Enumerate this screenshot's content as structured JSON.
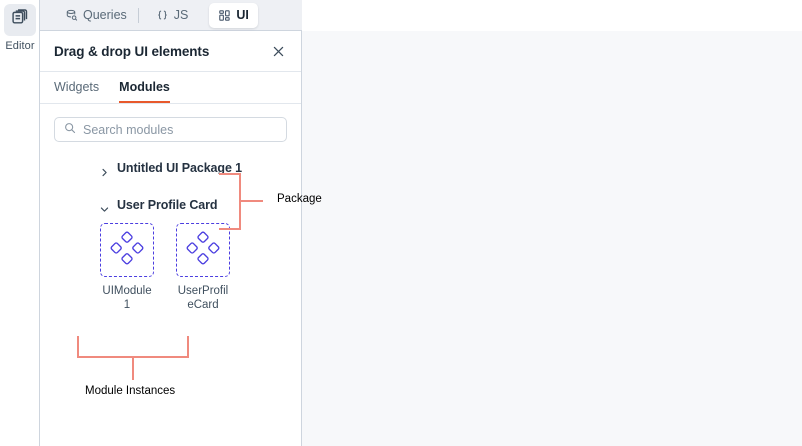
{
  "rail": {
    "icon": "editor-stacked-pages-icon",
    "label": "Editor"
  },
  "topbar": {
    "items": [
      {
        "id": "queries",
        "label": "Queries",
        "icon": "database-query-icon",
        "active": false
      },
      {
        "id": "js",
        "label": "JS",
        "icon": "curly-braces-icon",
        "active": false
      },
      {
        "id": "ui",
        "label": "UI",
        "icon": "ui-grid-icon",
        "active": true
      }
    ]
  },
  "panel": {
    "title": "Drag & drop UI elements",
    "close_icon": "close-icon",
    "tabs": [
      {
        "id": "widgets",
        "label": "Widgets",
        "active": false
      },
      {
        "id": "modules",
        "label": "Modules",
        "active": true
      }
    ],
    "search": {
      "placeholder": "Search modules",
      "value": "",
      "icon": "search-icon"
    },
    "tree": [
      {
        "id": "untitled-ui-package-1",
        "label": "Untitled UI Package 1",
        "state": "collapsed",
        "chevron": "chevron-right-icon"
      },
      {
        "id": "user-profile-card",
        "label": "User Profile Card",
        "state": "expanded",
        "chevron": "chevron-down-icon"
      }
    ],
    "modules": [
      {
        "id": "uimodule1",
        "label": "UIModule 1",
        "icon": "module-diamond-cluster-icon"
      },
      {
        "id": "userprofilecard",
        "label": "UserProfileCard",
        "icon": "module-diamond-cluster-icon"
      }
    ]
  },
  "annotations": [
    {
      "id": "package",
      "label": "Package"
    },
    {
      "id": "module-instances",
      "label": "Module Instances"
    }
  ],
  "colors": {
    "accent_orange": "#e8592b",
    "module_purple": "#4b3ee0",
    "annotation_salmon": "#f08a7e",
    "topbar_bg": "#eef0f4",
    "canvas_bg": "#f7f8fa",
    "border": "#ced5de",
    "text_primary": "#1b2733",
    "text_muted": "#5a6a78"
  }
}
